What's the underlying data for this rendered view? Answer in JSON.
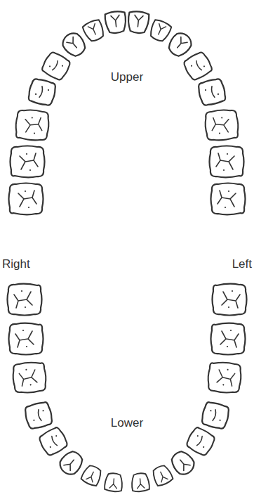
{
  "diagram": {
    "labels": [
      "Upper",
      "Right",
      "Left",
      "Lower"
    ]
  }
}
